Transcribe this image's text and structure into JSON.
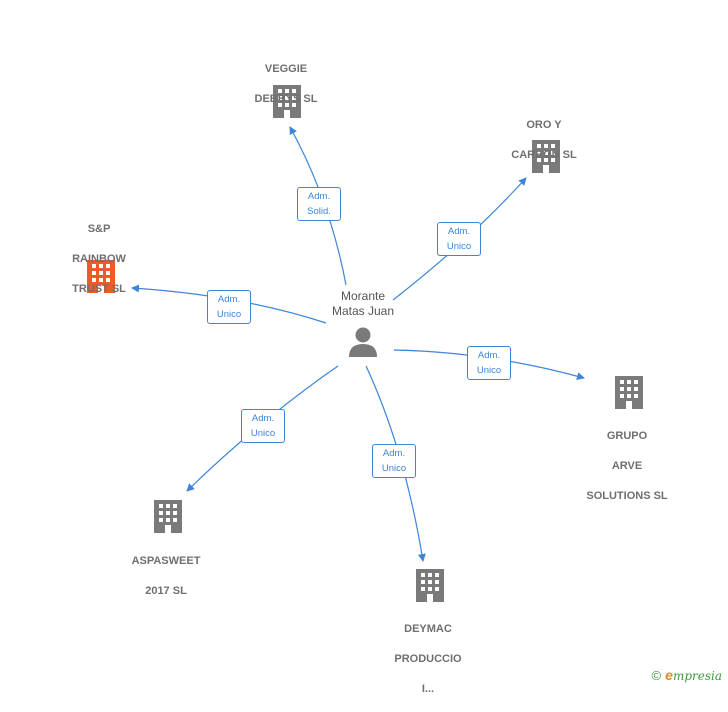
{
  "center": {
    "name_line1": "Morante",
    "name_line2": "Matas Juan"
  },
  "companies": [
    {
      "id": "veggie",
      "lines": [
        "VEGGIE",
        "DEBBYS  SL"
      ],
      "color": "#7a7a7a"
    },
    {
      "id": "oro",
      "lines": [
        "ORO Y",
        "CARBON  SL"
      ],
      "color": "#7a7a7a"
    },
    {
      "id": "sp",
      "lines": [
        "S&P",
        "RAINBOW",
        "TRUST  SL"
      ],
      "color": "#f05a28"
    },
    {
      "id": "grupo",
      "lines": [
        "GRUPO",
        "ARVE",
        "SOLUTIONS  SL"
      ],
      "color": "#7a7a7a"
    },
    {
      "id": "aspasweet",
      "lines": [
        "ASPASWEET",
        "2017  SL"
      ],
      "color": "#7a7a7a"
    },
    {
      "id": "deymac",
      "lines": [
        "DEYMAC",
        "PRODUCCIO",
        "I..."
      ],
      "color": "#7a7a7a"
    }
  ],
  "relations": [
    {
      "to": "veggie",
      "line1": "Adm.",
      "line2": "Solid."
    },
    {
      "to": "oro",
      "line1": "Adm.",
      "line2": "Unico"
    },
    {
      "to": "sp",
      "line1": "Adm.",
      "line2": "Unico"
    },
    {
      "to": "grupo",
      "line1": "Adm.",
      "line2": "Unico"
    },
    {
      "to": "aspasweet",
      "line1": "Adm.",
      "line2": "Unico"
    },
    {
      "to": "deymac",
      "line1": "Adm.",
      "line2": "Unico"
    }
  ],
  "footer": {
    "copyright": "©",
    "brand_initial": "e",
    "brand_rest": "mpresia"
  },
  "colors": {
    "edge": "#3d85d8",
    "person": "#7a7a7a"
  }
}
